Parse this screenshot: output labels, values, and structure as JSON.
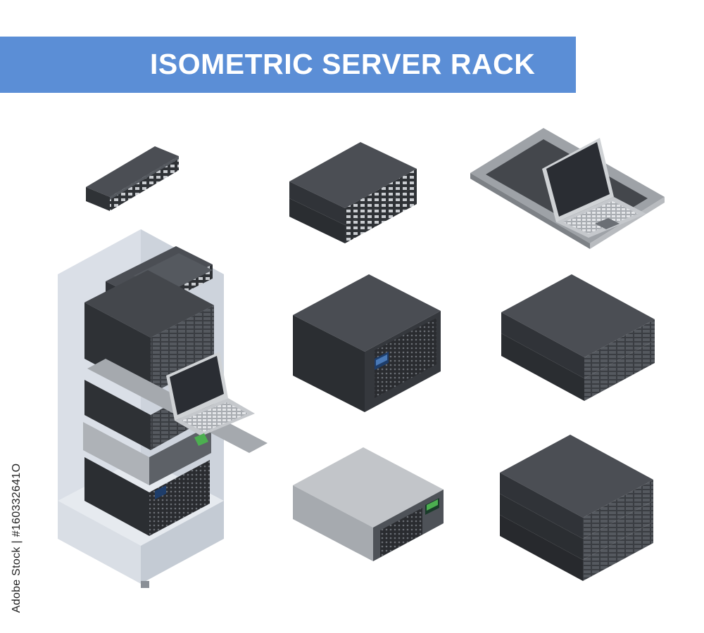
{
  "banner": {
    "title": "ISOMETRIC SERVER RACK",
    "color": "#5b8ed6"
  },
  "stock_id": "Adobe Stock | #160332641O",
  "palette": {
    "dark_top": "#4b4e54",
    "dark_side": "#2f3236",
    "dark_front": "#3a3d42",
    "light_top": "#c2c5c9",
    "light_side": "#9a9ea3",
    "rack_glass": "#d8dee6",
    "screen": "#2a2d33",
    "lcd": "#1e3d6a",
    "led_green": "#4caf50",
    "port": "#c9ccd0"
  },
  "devices": [
    "patch-panel",
    "network-switch-stack",
    "rack-kvm-console",
    "tower-server-dark",
    "rack-server-2u-pair",
    "server-rack-cabinet",
    "ups-unit-light",
    "rack-server-3u-stack"
  ]
}
